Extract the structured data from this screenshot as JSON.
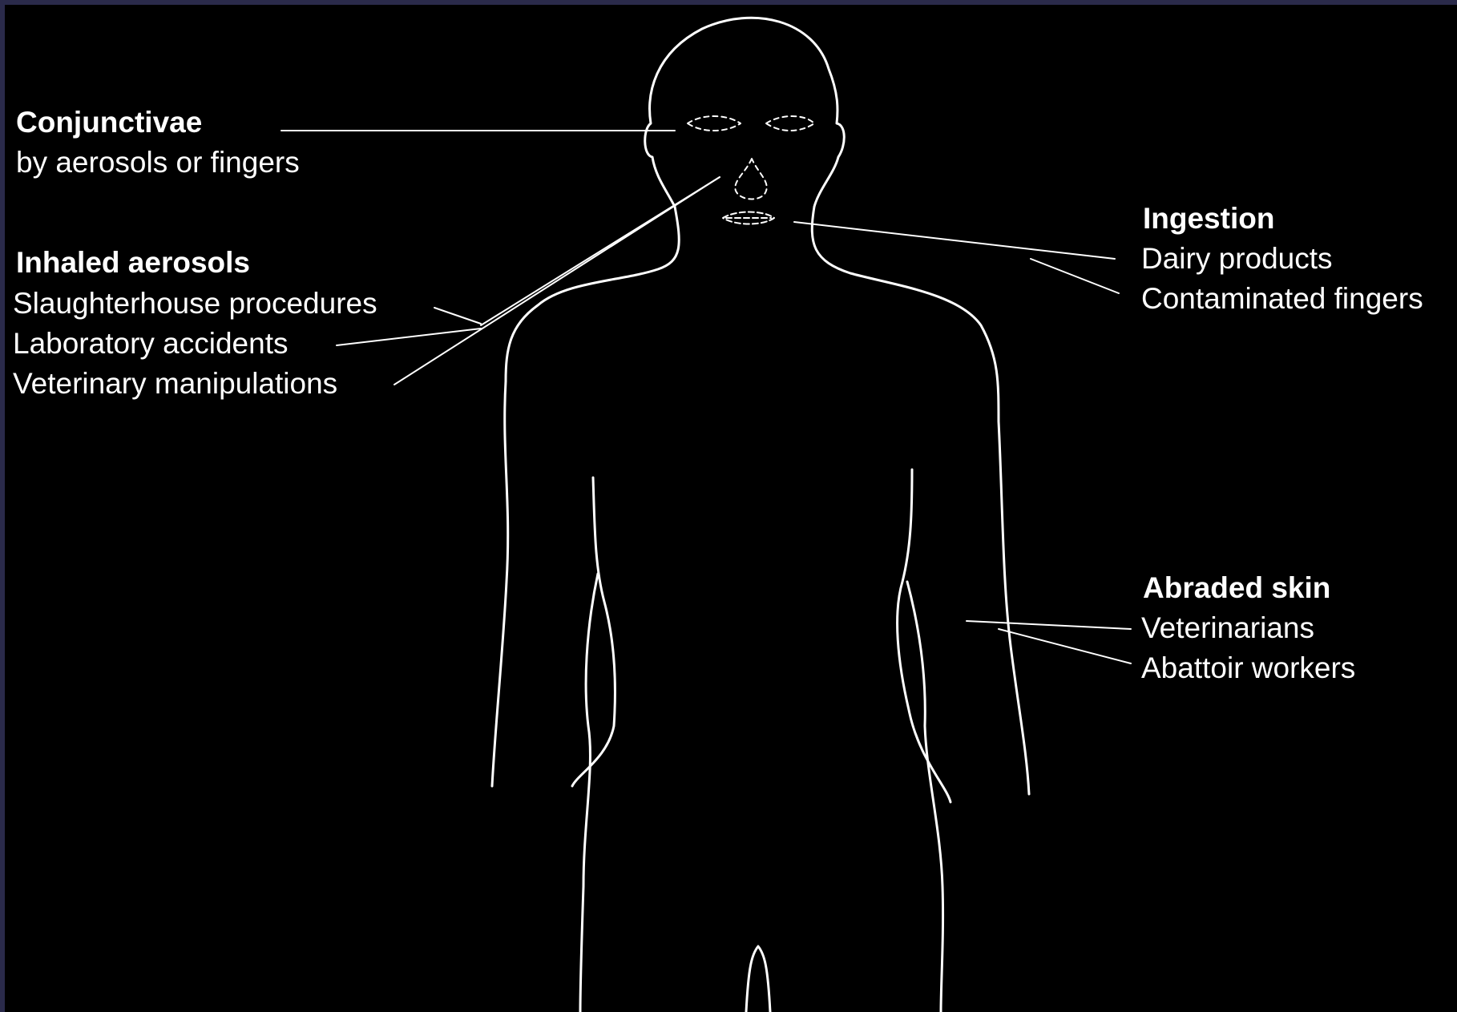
{
  "colors": {
    "background": "#000000",
    "frame": "#2a2a4a",
    "ink": "#ffffff"
  },
  "labels": {
    "conjunctivae": {
      "title": "Conjunctivae",
      "lines": [
        "by aerosols or fingers"
      ]
    },
    "inhaled": {
      "title": "Inhaled aerosols",
      "lines": [
        "Slaughterhouse procedures",
        "Laboratory accidents",
        "Veterinary manipulations"
      ]
    },
    "ingestion": {
      "title": "Ingestion",
      "lines": [
        "Dairy products",
        "Contaminated fingers"
      ]
    },
    "abraded": {
      "title": "Abraded skin",
      "lines": [
        "Veterinarians",
        "Abattoir workers"
      ]
    }
  }
}
